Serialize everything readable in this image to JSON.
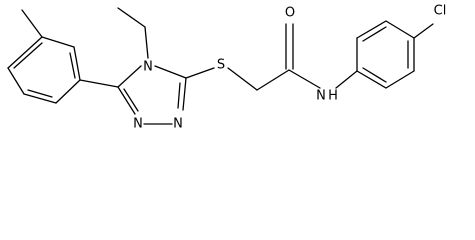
{
  "molecule": {
    "atoms": {
      "chlorine": "Cl",
      "carbonyl_oxygen": "O",
      "amide_nitrogen": "N",
      "amide_hydrogen": "H",
      "sulfur": "S",
      "ring_n4": "N",
      "ring_n1": "N",
      "ring_n2": "N"
    }
  }
}
